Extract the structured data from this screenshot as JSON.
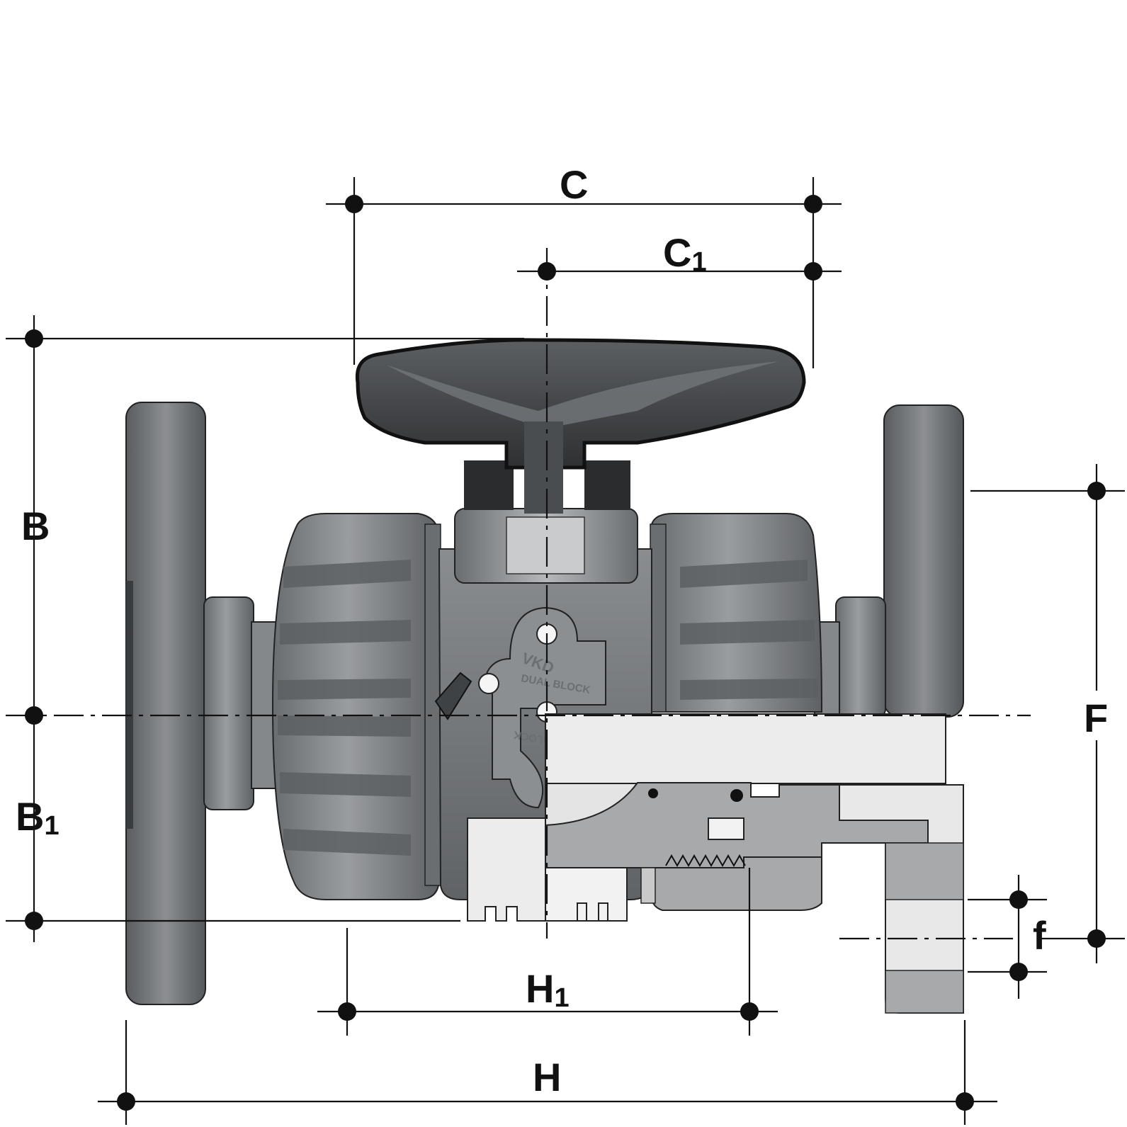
{
  "labels": {
    "C": "C",
    "C1": {
      "main": "C",
      "sub": "1"
    },
    "B": "B",
    "B1": {
      "main": "B",
      "sub": "1"
    },
    "F": "F",
    "f": "f",
    "H": "H",
    "H1": {
      "main": "H",
      "sub": "1"
    }
  },
  "embossed_text": [
    "VKD",
    "DUAL BLOCK",
    "BLOCK"
  ],
  "colors": {
    "body": "#7a7d80",
    "body_dark": "#4a4d50",
    "handle": "#3c3e40",
    "section_light": "#e6e6e6",
    "section_mid": "#a9abad",
    "outline": "#111111"
  }
}
